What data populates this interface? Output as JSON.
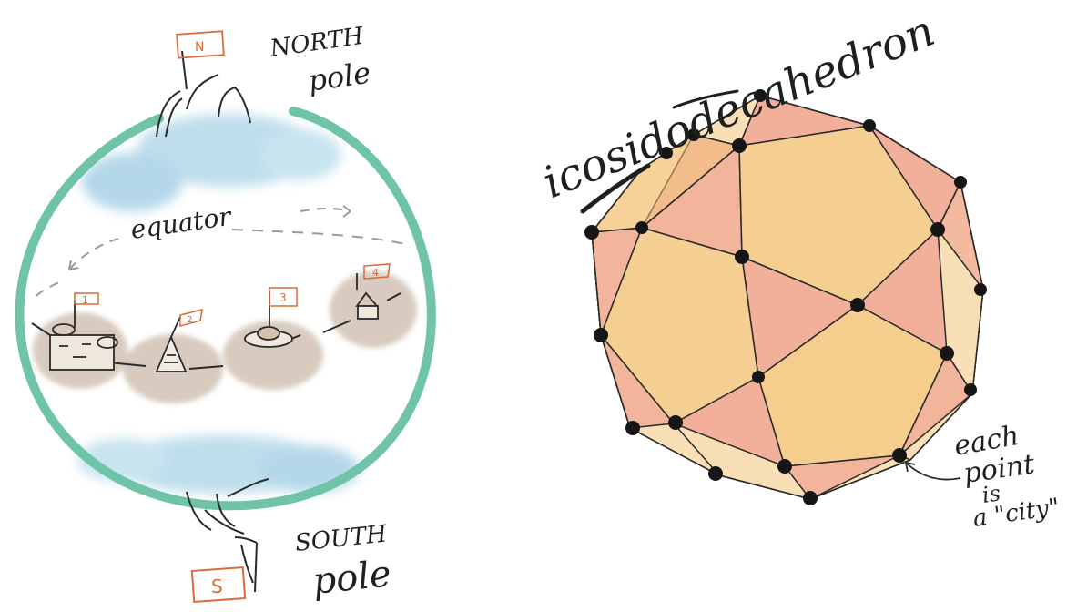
{
  "globe": {
    "north_label_line1": "NORTH",
    "north_label_line2": "pole",
    "south_label_line1": "SOUTH",
    "south_label_line2": "pole",
    "equator_label": "equator",
    "north_flag": "N",
    "south_flag": "S",
    "city_flags": [
      "1",
      "2",
      "3",
      "4"
    ],
    "ring_color": "#6fc3a6",
    "cloud_color": "#a9d3e6",
    "city_blob_color": "#c8b5a3",
    "flag_color": "#d96a3a"
  },
  "polyhedron": {
    "title": "icosidodecahedron",
    "annotation_line1": "each",
    "annotation_line2": "point",
    "annotation_line3": "is",
    "annotation_line4": "a \"city\"",
    "pentagon_color": "#f3c57a",
    "triangle_color": "#ef8f86",
    "vertex_color": "#161616"
  }
}
